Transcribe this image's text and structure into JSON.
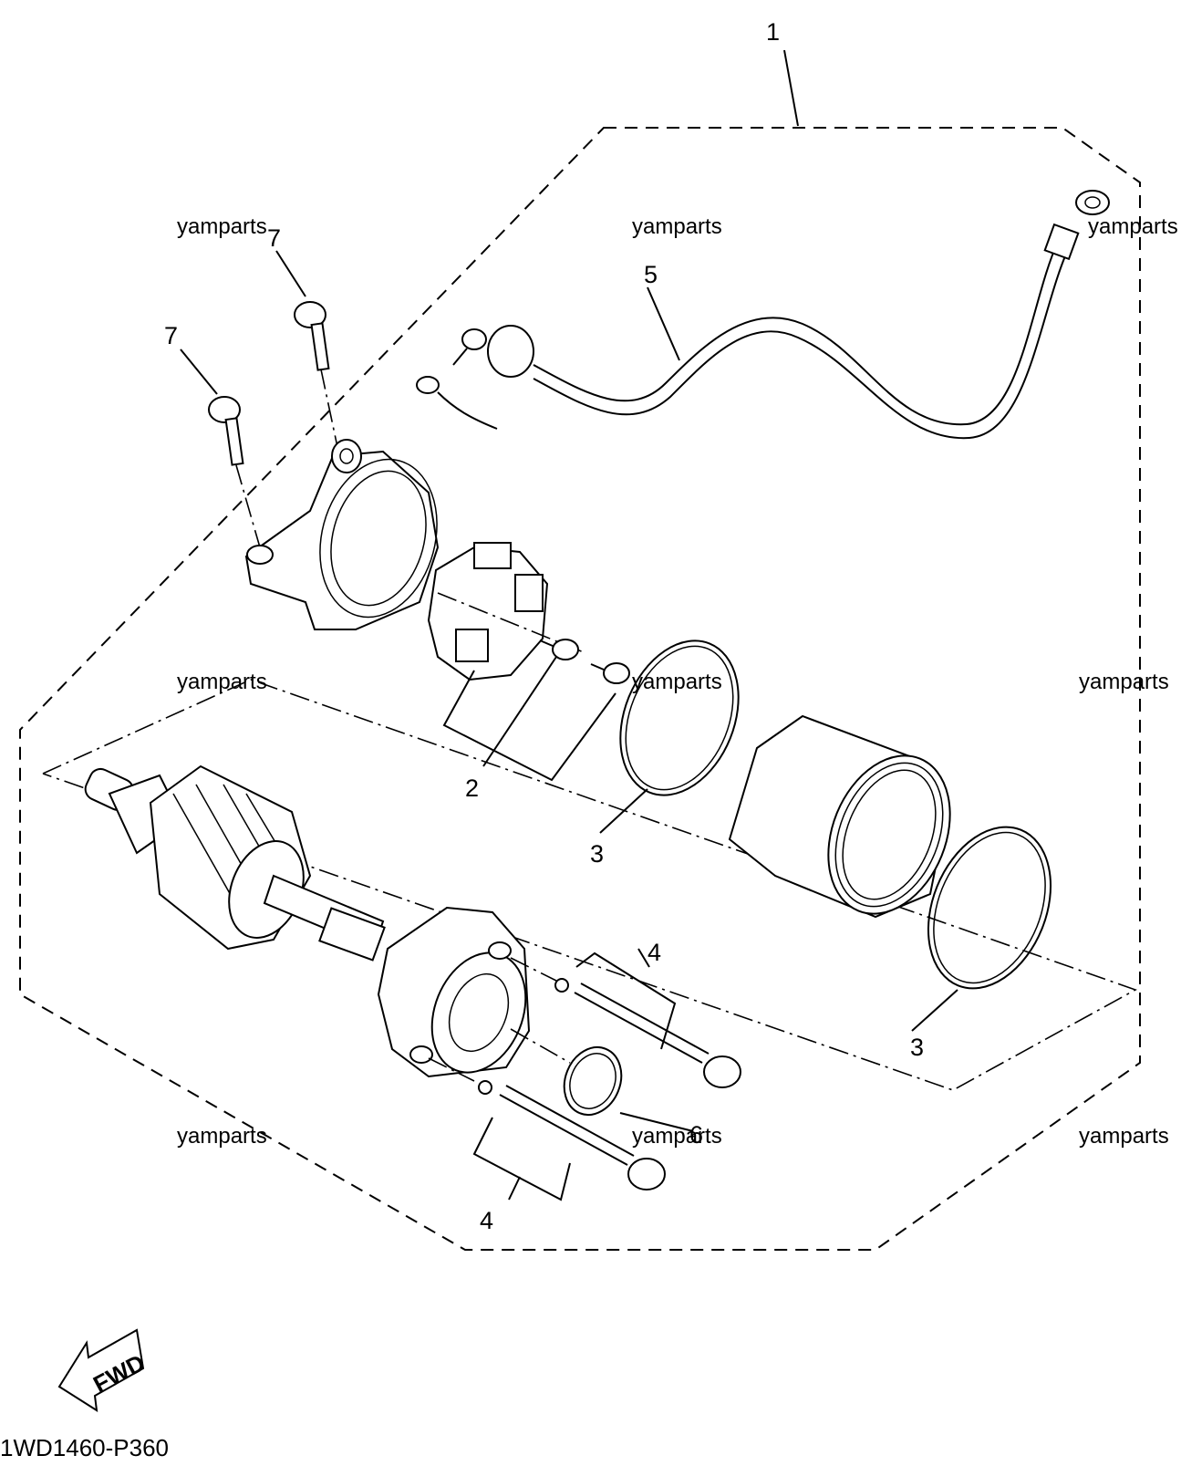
{
  "diagram": {
    "callouts": {
      "c1": "1",
      "c2": "2",
      "c3a": "3",
      "c3b": "3",
      "c4a": "4",
      "c4b": "4",
      "c5": "5",
      "c6": "6",
      "c7a": "7",
      "c7b": "7"
    },
    "watermarks": [
      "yamparts",
      "yamparts",
      "yamparts",
      "yamparts",
      "yamparts",
      "yamparts",
      "yamparts",
      "yamparts",
      "yamparts"
    ],
    "fwd_label": "FWD",
    "drawing_code": "1WD1460-P360"
  }
}
